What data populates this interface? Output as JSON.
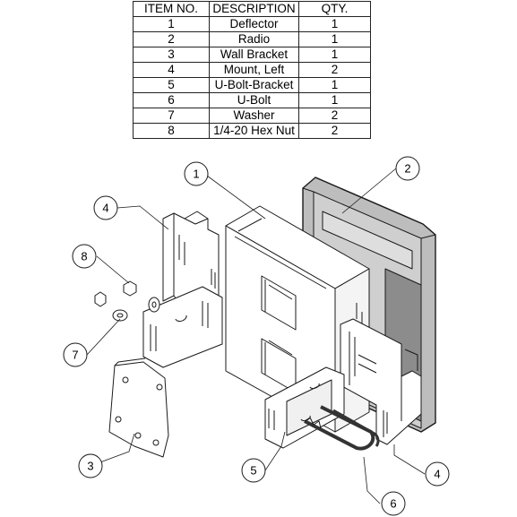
{
  "table": {
    "headers": [
      "ITEM NO.",
      "DESCRIPTION",
      "QTY."
    ],
    "rows": [
      [
        "1",
        "Deflector",
        "1"
      ],
      [
        "2",
        "Radio",
        "1"
      ],
      [
        "3",
        "Wall Bracket",
        "1"
      ],
      [
        "4",
        "Mount, Left",
        "2"
      ],
      [
        "5",
        "U-Bolt-Bracket",
        "1"
      ],
      [
        "6",
        "U-Bolt",
        "1"
      ],
      [
        "7",
        "Washer",
        "2"
      ],
      [
        "8",
        "1/4-20 Hex Nut",
        "2"
      ]
    ]
  },
  "callouts": {
    "c1": "1",
    "c2": "2",
    "c3": "3",
    "c4a": "4",
    "c4b": "4",
    "c5": "5",
    "c6": "6",
    "c7": "7",
    "c8": "8"
  },
  "colors": {
    "line": "#1a1a1a",
    "radio_fill": "#c8c8c8",
    "radio_dark": "#8c8c8c"
  }
}
